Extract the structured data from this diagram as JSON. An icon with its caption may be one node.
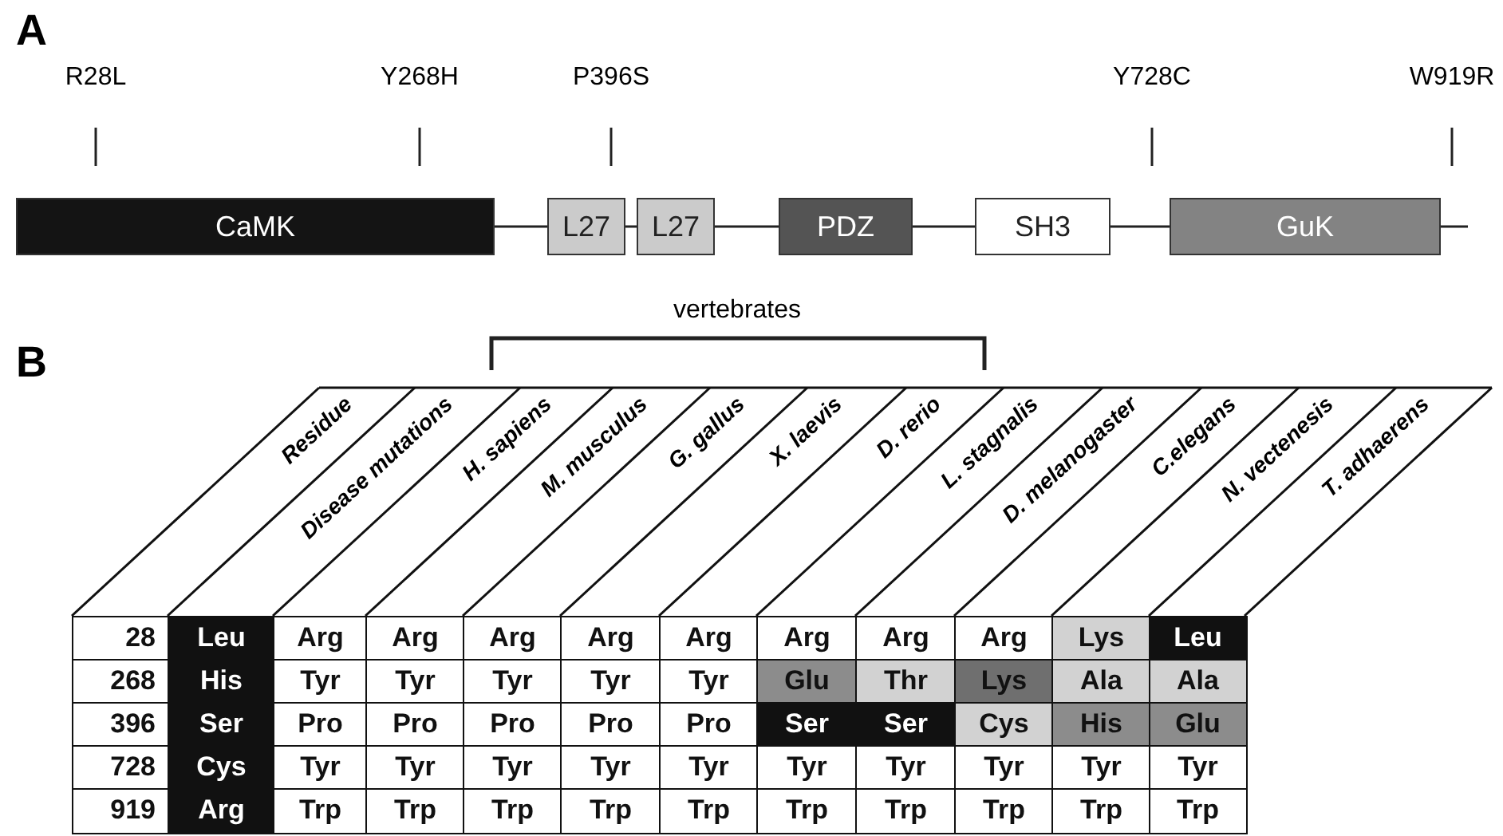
{
  "diagram": {
    "nodes": [
      {
        "text": [
          "CaMK"
        ]
      },
      {
        "text": [
          "L27"
        ]
      },
      {
        "text": [
          "L27"
        ]
      },
      {
        "text": [
          "PDZ"
        ]
      },
      {
        "text": [
          "SH3"
        ]
      },
      {
        "text": [
          "GuK"
        ]
      }
    ],
    "edges": [
      {
        "from": 0,
        "to": 1,
        "arrow": "none"
      },
      {
        "from": 1,
        "to": 2,
        "arrow": "none"
      },
      {
        "from": 2,
        "to": 3,
        "arrow": "none"
      },
      {
        "from": 3,
        "to": 4,
        "arrow": "none"
      },
      {
        "from": 4,
        "to": 5,
        "arrow": "none"
      },
      {
        "from": 5,
        "to": null,
        "arrow": "none"
      }
    ],
    "labels": [
      "A",
      "R28L",
      "Y268H",
      "P396S",
      "Y728C",
      "W919R",
      "B",
      "vertebrates",
      "Residue",
      "Disease mutations",
      "H. sapiens",
      "M. musculus",
      "G. gallus",
      "X. laevis",
      "D. rerio",
      "L. stagnalis",
      "D. melanogaster",
      "C.elegans",
      "N. vectenesis",
      "T. adhaerens",
      "28",
      "Leu",
      "Arg",
      "Arg",
      "Arg",
      "Arg",
      "Arg",
      "Arg",
      "Arg",
      "Arg",
      "Lys",
      "Leu",
      "268",
      "His",
      "Tyr",
      "Tyr",
      "Tyr",
      "Tyr",
      "Tyr",
      "Glu",
      "Thr",
      "Lys",
      "Ala",
      "Ala",
      "396",
      "Ser",
      "Pro",
      "Pro",
      "Pro",
      "Pro",
      "Pro",
      "Ser",
      "Ser",
      "Cys",
      "His",
      "Glu",
      "728",
      "Cys",
      "Tyr",
      "Tyr",
      "Tyr",
      "Tyr",
      "Tyr",
      "Tyr",
      "Tyr",
      "Tyr",
      "Tyr",
      "Tyr",
      "919",
      "Arg",
      "Trp",
      "Trp",
      "Trp",
      "Trp",
      "Trp",
      "Trp",
      "Trp",
      "Trp",
      "Trp",
      "Trp"
    ]
  }
}
